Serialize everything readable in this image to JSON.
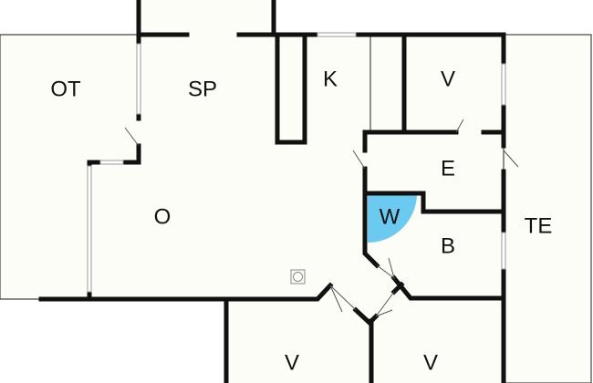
{
  "rooms": {
    "ot": "OT",
    "sp": "SP",
    "k": "K",
    "v_top": "V",
    "e": "E",
    "w": "W",
    "b": "B",
    "te": "TE",
    "o": "O",
    "v_bottom_left": "V",
    "v_bottom_right": "V"
  },
  "colors": {
    "background": "#fdfdf8",
    "wardrobe": "#6ccaf0",
    "wall": "#111111"
  }
}
